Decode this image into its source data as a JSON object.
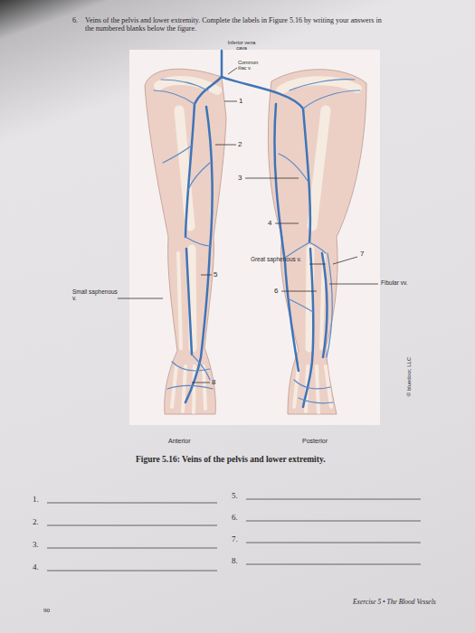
{
  "diagram": {
    "caption": "Figure 5.16: Veins of the pelvis and lower extremity.",
    "labels": [
      "6.",
      "Veins of the pelvis and lower extremity. Complete the labels in Figure 5.16 by writing your answers in the numbered blanks below the figure.",
      "Inferior vena cava",
      "Common iliac v.",
      "1",
      "2",
      "3",
      "4",
      "Great saphenous v.",
      "7",
      "5",
      "Fibular vv.",
      "Small saphenous v.",
      "6",
      "8",
      "Anterior",
      "Posterior",
      "© bluedoor, LLC",
      "1.",
      "2.",
      "3.",
      "4.",
      "5.",
      "6.",
      "7.",
      "8.",
      "90",
      "Exercise 5 • The Blood Vessels"
    ]
  }
}
